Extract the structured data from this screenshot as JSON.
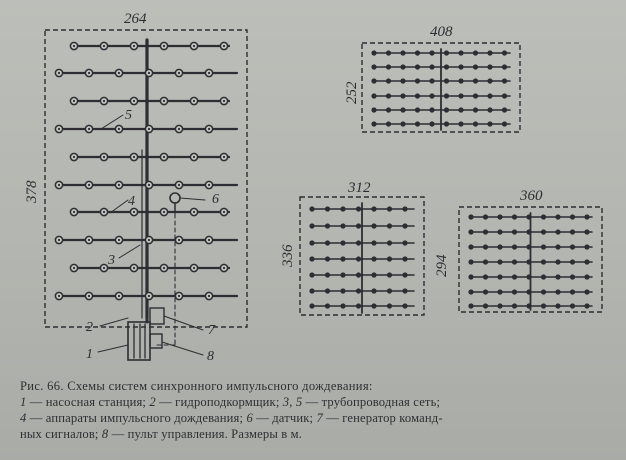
{
  "figure": {
    "scheme_main": {
      "width_label": "264",
      "height_label": "378"
    },
    "scheme_top_right": {
      "width_label": "408",
      "height_label": "252"
    },
    "scheme_mid": {
      "width_label": "312",
      "height_label": "336"
    },
    "scheme_right": {
      "width_label": "360",
      "height_label": "294"
    },
    "callouts": [
      "1",
      "2",
      "3",
      "4",
      "5",
      "6",
      "7",
      "8"
    ]
  },
  "caption": {
    "title": "Рис. 66. Схемы систем синхронного импульсного дождевания:",
    "legend_lines": [
      [
        {
          "n": "1",
          "t": " — насосная станция; "
        },
        {
          "n": "2",
          "t": " — гидроподкормщик; "
        },
        {
          "n": "3, 5",
          "t": " — трубопроводная сеть;"
        }
      ],
      [
        {
          "n": "4",
          "t": " — аппараты импульсного дождевания; "
        },
        {
          "n": "6",
          "t": " — датчик; "
        },
        {
          "n": "7",
          "t": " — генератор команд-"
        }
      ],
      [
        {
          "n": "",
          "t": "ных сигналов; "
        },
        {
          "n": "8",
          "t": " — пульт управления. Размеры в м."
        }
      ]
    ]
  },
  "colors": {
    "ink": "#2d2d33",
    "paper": "#b4b6b1"
  }
}
